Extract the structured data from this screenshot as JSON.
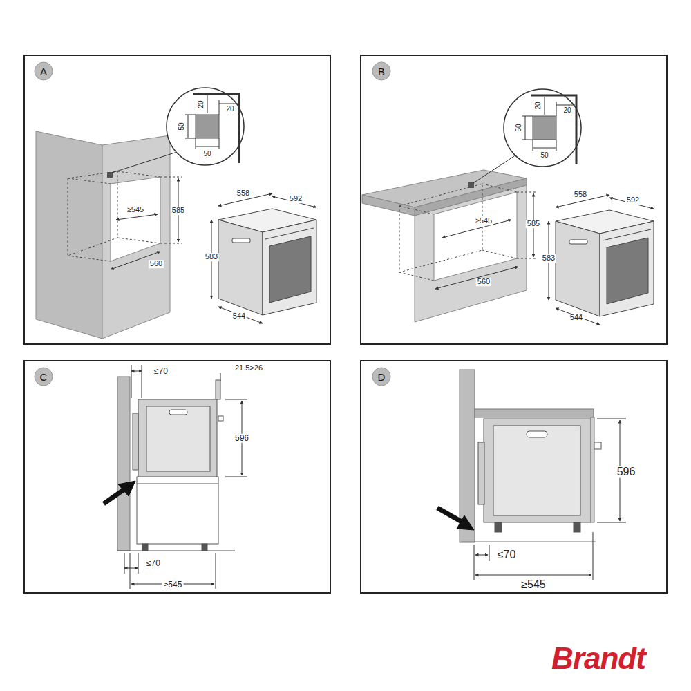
{
  "diagram": {
    "nodes": [
      {
        "text": [
          "A"
        ]
      },
      {
        "text": [
          "B"
        ]
      },
      {
        "text": [
          "C"
        ]
      },
      {
        "text": [
          "D"
        ]
      }
    ],
    "labels": [
      "20",
      "20",
      "50",
      "50",
      "585",
      "≥545",
      "560",
      "558",
      "592",
      "583",
      "544",
      "20",
      "20",
      "50",
      "50",
      "585",
      "≥545",
      "560",
      "558",
      "592",
      "583",
      "544",
      "≤70",
      "21.5>26",
      "596",
      "≤70",
      "≥545",
      "596",
      "≤70",
      "≥545",
      "Brandt"
    ]
  }
}
